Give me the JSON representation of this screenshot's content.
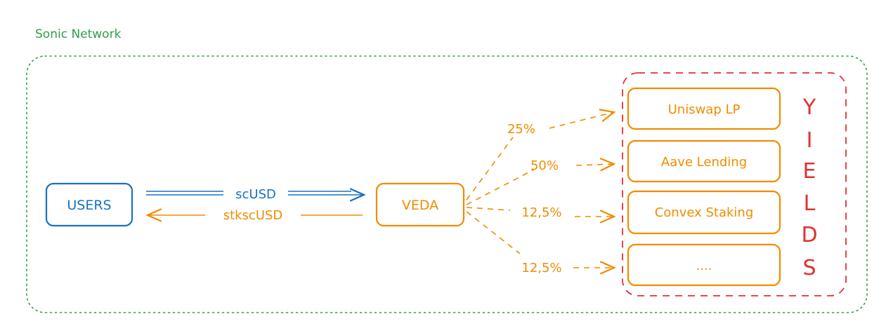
{
  "network": {
    "title": "Sonic Network"
  },
  "users": {
    "label": "USERS"
  },
  "veda": {
    "label": "VEDA"
  },
  "flows": {
    "deposit_label": "scUSD",
    "receipt_label": "stkscUSD"
  },
  "strategies": [
    {
      "label": "Uniswap LP",
      "allocation": "25%"
    },
    {
      "label": "Aave Lending",
      "allocation": "50%"
    },
    {
      "label": "Convex Staking",
      "allocation": "12,5%"
    },
    {
      "label": "....",
      "allocation": "12,5%"
    }
  ],
  "yields": {
    "letters": [
      "Y",
      "I",
      "E",
      "L",
      "D",
      "S"
    ]
  },
  "colors": {
    "network": "#2f9e44",
    "users": "#1971c2",
    "veda": "#f08c00",
    "yields": "#e03131"
  }
}
